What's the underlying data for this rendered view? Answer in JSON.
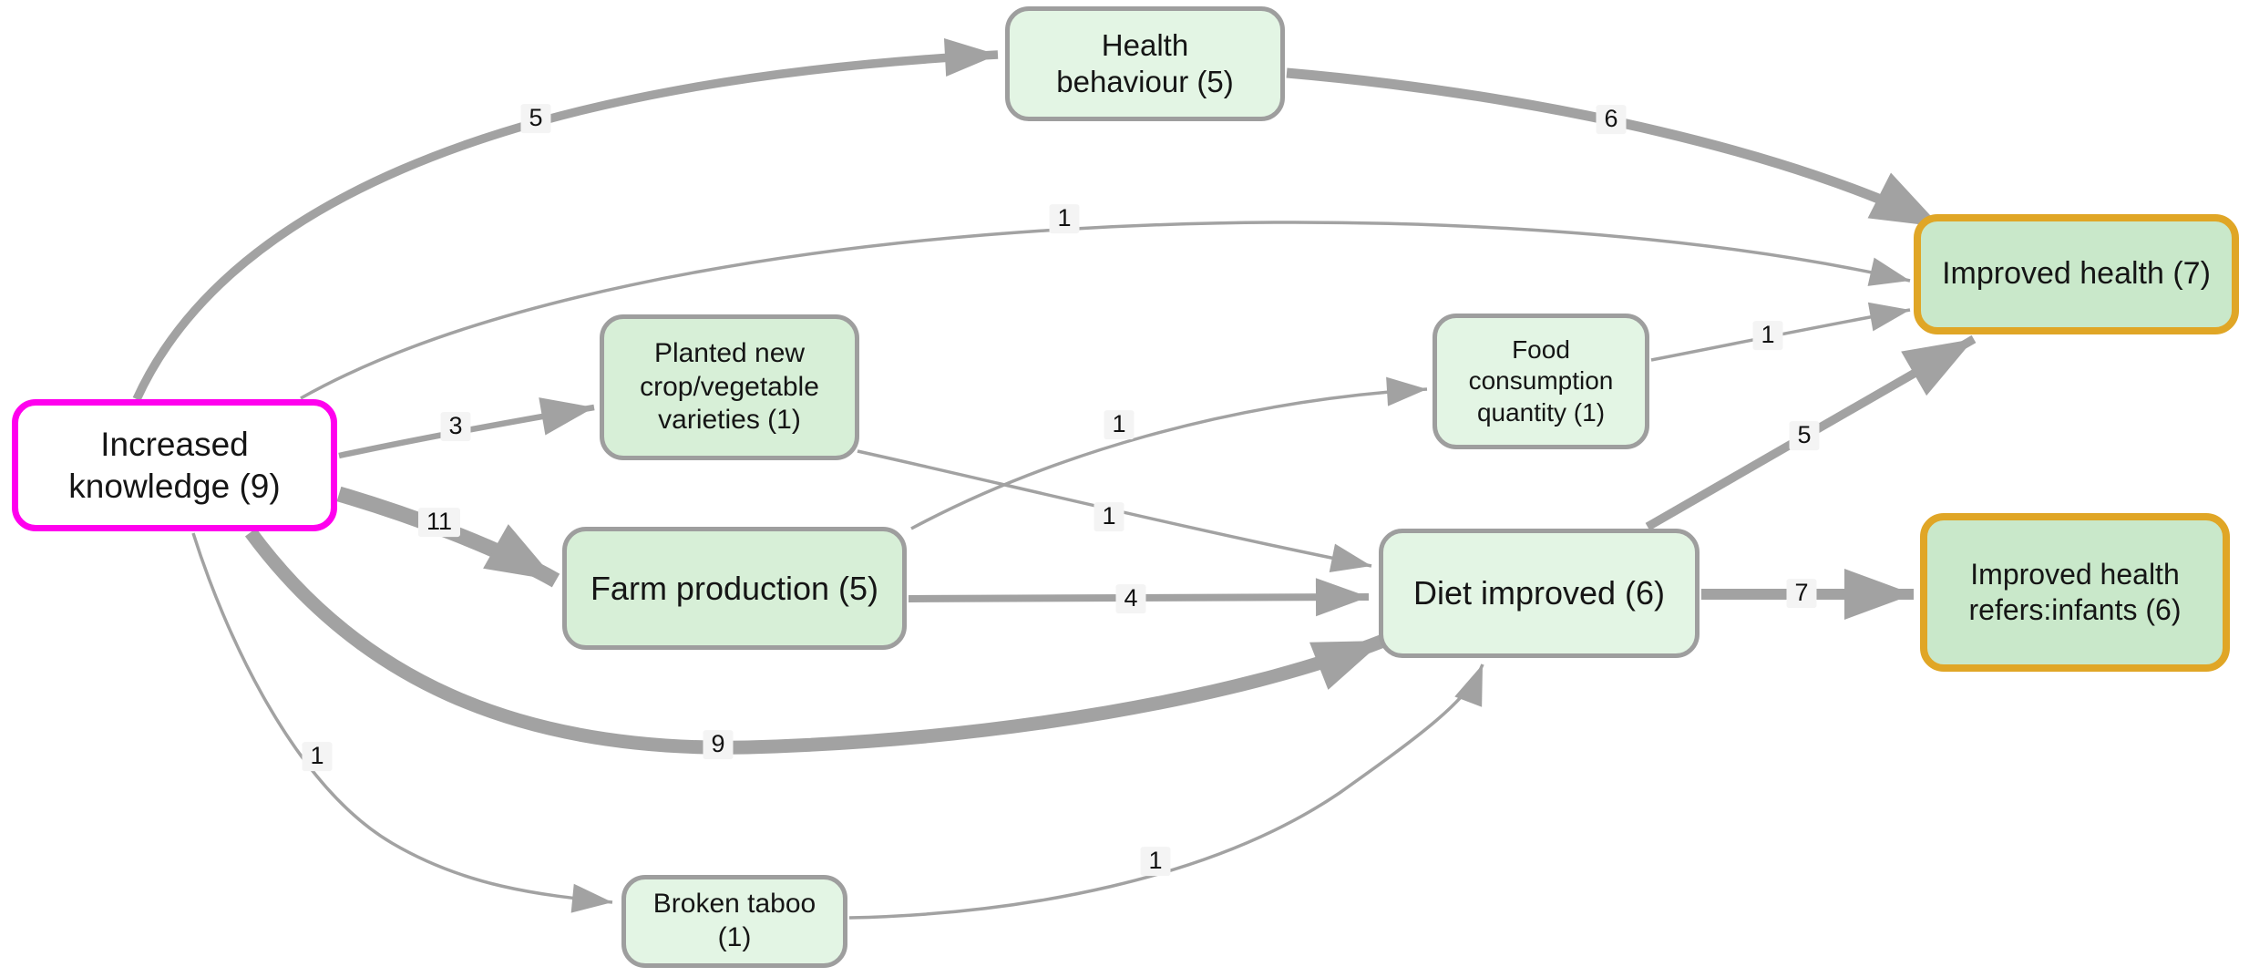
{
  "diagram": {
    "background": "#ffffff",
    "edge_color": "#a2a2a2",
    "edge_label_chip_bg": "#f4f4f4",
    "node_text_color": "#151515",
    "node_border_gray": "#9e9e9e",
    "node_border_gold": "#e0a626",
    "node_border_magenta": "#ff00ee",
    "node_fill_light_green": "#e3f5e4",
    "node_fill_mid_green": "#d7efd7",
    "node_fill_dark_green": "#c9e8ca",
    "node_fill_white": "#ffffff"
  },
  "nodes": [
    {
      "id": "increased-knowledge",
      "label": "Increased knowledge (9)",
      "value": 9
    },
    {
      "id": "health-behaviour",
      "label": "Health behaviour (5)",
      "value": 5
    },
    {
      "id": "planted-new-crop-vegetable-varieties",
      "label": "Planted new crop/vegetable varieties (1)",
      "value": 1
    },
    {
      "id": "farm-production",
      "label": "Farm production (5)",
      "value": 5
    },
    {
      "id": "food-consumption-quantity",
      "label": "Food consumption quantity (1)",
      "value": 1
    },
    {
      "id": "diet-improved",
      "label": "Diet improved (6)",
      "value": 6
    },
    {
      "id": "improved-health",
      "label": "Improved health (7)",
      "value": 7
    },
    {
      "id": "improved-health-refers-infants",
      "label": "Improved health refers:infants (6)",
      "value": 6
    },
    {
      "id": "broken-taboo",
      "label": "Broken taboo (1)",
      "value": 1
    }
  ],
  "edges": [
    {
      "from": "increased-knowledge",
      "to": "health-behaviour",
      "weight": 5
    },
    {
      "from": "health-behaviour",
      "to": "improved-health",
      "weight": 6
    },
    {
      "from": "increased-knowledge",
      "to": "improved-health",
      "weight": 1
    },
    {
      "from": "increased-knowledge",
      "to": "planted-new-crop-vegetable-varieties",
      "weight": 3
    },
    {
      "from": "increased-knowledge",
      "to": "farm-production",
      "weight": 11
    },
    {
      "from": "farm-production",
      "to": "food-consumption-quantity",
      "weight": 1
    },
    {
      "from": "planted-new-crop-vegetable-varieties",
      "to": "diet-improved",
      "weight": 1
    },
    {
      "from": "farm-production",
      "to": "diet-improved",
      "weight": 4
    },
    {
      "from": "increased-knowledge",
      "to": "diet-improved",
      "weight": 9
    },
    {
      "from": "increased-knowledge",
      "to": "broken-taboo",
      "weight": 1
    },
    {
      "from": "broken-taboo",
      "to": "diet-improved",
      "weight": 1
    },
    {
      "from": "food-consumption-quantity",
      "to": "improved-health",
      "weight": 1
    },
    {
      "from": "diet-improved",
      "to": "improved-health",
      "weight": 5
    },
    {
      "from": "diet-improved",
      "to": "improved-health-refers-infants",
      "weight": 7
    }
  ]
}
